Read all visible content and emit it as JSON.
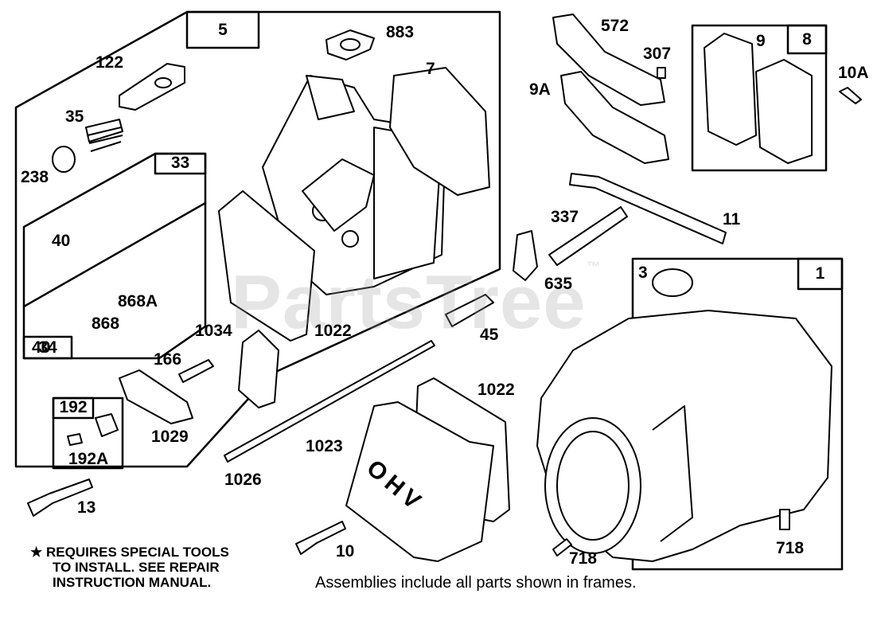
{
  "watermark": "PartsTree",
  "trademark": "™",
  "frames": {
    "f5": "5",
    "f33": "33",
    "f34": "34",
    "f192": "192",
    "f8": "8",
    "f1": "1"
  },
  "parts": {
    "p5_883": "883",
    "p7": "7",
    "p572": "572",
    "p307": "307",
    "p9": "9",
    "p10A": "10A",
    "p9A": "9A",
    "p122": "122",
    "p35": "35",
    "p238": "238",
    "p40a": "40",
    "p40b": "40",
    "p868A": "868A",
    "p868": "868",
    "p337": "337",
    "p11": "11",
    "p635": "635",
    "p3": "3",
    "p1034": "1034",
    "p1022a": "1022",
    "p45": "45",
    "p166": "166",
    "p1022b": "1022",
    "p1029": "1029",
    "p192A": "192A",
    "p1023": "1023",
    "p1026": "1026",
    "p13": "13",
    "p10": "10",
    "p718a": "718",
    "p718b": "718"
  },
  "note": {
    "star": "★",
    "line1": "REQUIRES SPECIAL TOOLS",
    "line2": "TO INSTALL.  SEE REPAIR",
    "line3": "INSTRUCTION MANUAL."
  },
  "caption": "Assemblies include all parts shown in frames.",
  "valve_cover_text": "OHV"
}
